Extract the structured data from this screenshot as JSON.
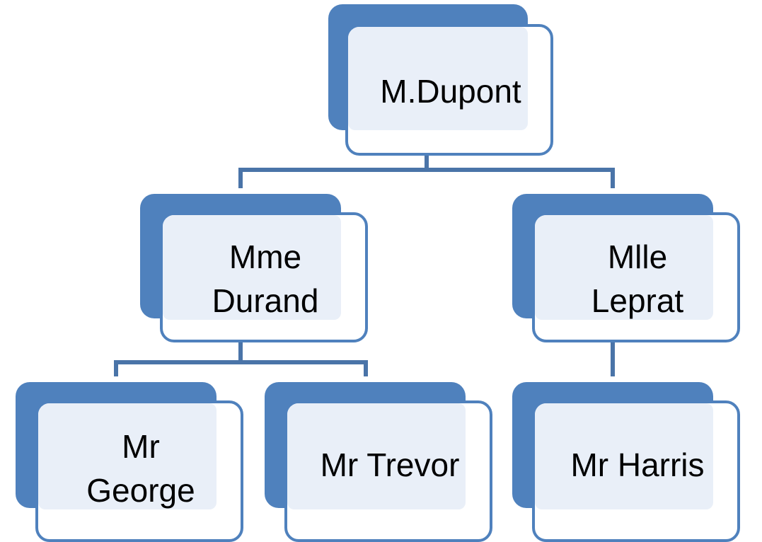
{
  "colors": {
    "accent": "#4f81bd",
    "connector": "#4a74a8",
    "box_fill": "#e9eff8",
    "background": "#ffffff",
    "text": "#000000"
  },
  "org_chart": {
    "root": {
      "name": "M.Dupont"
    },
    "level2": [
      {
        "name": "Mme\nDurand"
      },
      {
        "name": "Mlle\nLeprat"
      }
    ],
    "level3": [
      {
        "name": "Mr\nGeorge",
        "parent": "Mme\nDurand"
      },
      {
        "name": "Mr Trevor",
        "parent": "Mme\nDurand"
      },
      {
        "name": "Mr Harris",
        "parent": "Mlle\nLeprat"
      }
    ]
  }
}
